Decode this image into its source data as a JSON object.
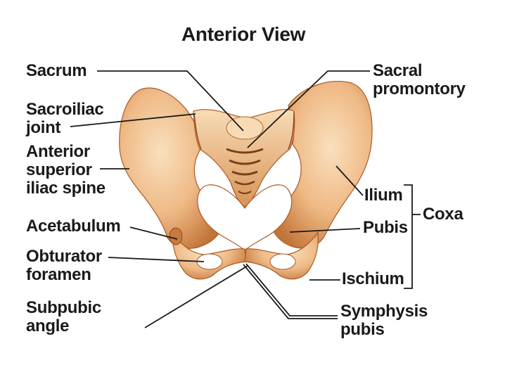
{
  "title": "Anterior View",
  "labels": {
    "sacrum": "Sacrum",
    "sacroiliac_1": "Sacroiliac",
    "sacroiliac_2": "joint",
    "asis_1": "Anterior",
    "asis_2": "superior",
    "asis_3": "iliac spine",
    "acetabulum": "Acetabulum",
    "obturator_1": "Obturator",
    "obturator_2": "foramen",
    "subpubic_1": "Subpubic",
    "subpubic_2": "angle",
    "sacral_prom_1": "Sacral",
    "sacral_prom_2": "promontory",
    "ilium": "Ilium",
    "pubis": "Pubis",
    "ischium": "Ischium",
    "coxa": "Coxa",
    "symphysis_1": "Symphysis",
    "symphysis_2": "pubis"
  },
  "colors": {
    "bone_light": "#f6d3a8",
    "bone_mid": "#e3a572",
    "bone_dark": "#b8672f",
    "leader": "#1a1a1a",
    "text": "#1a1a1a"
  }
}
